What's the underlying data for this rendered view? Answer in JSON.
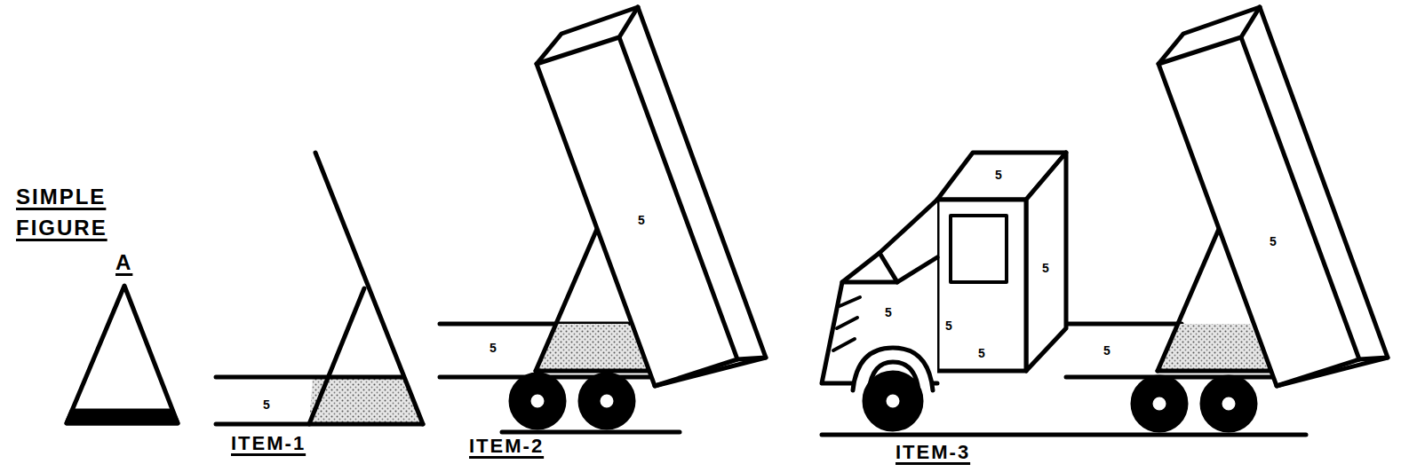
{
  "diagram": {
    "labels": [
      "SIMPLE FIGURE",
      "A",
      "5",
      "ITEM-1",
      "5",
      "5",
      "ITEM-2",
      "5",
      "5",
      "5",
      "5",
      "5",
      "5",
      "5",
      "ITEM-3"
    ]
  }
}
